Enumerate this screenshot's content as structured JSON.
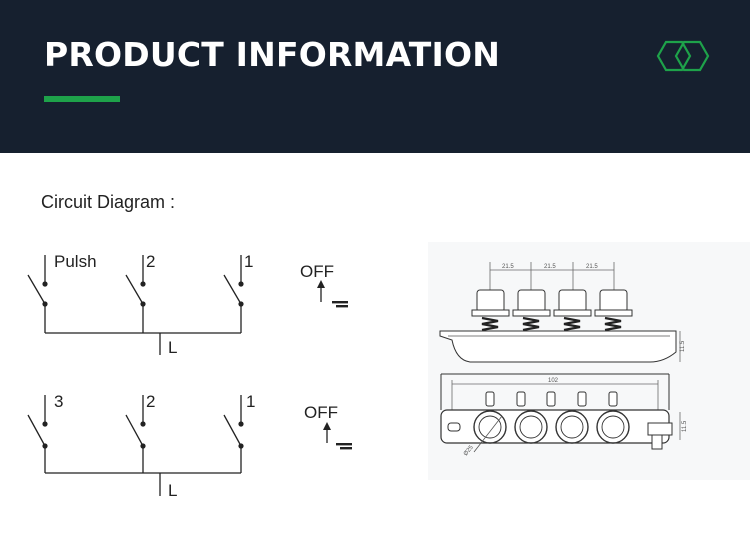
{
  "header": {
    "title": "PRODUCT INFORMATION",
    "accent_color": "#1ea24a",
    "background_color": "#16202f",
    "logo_icon": "double-hexagon-icon"
  },
  "section": {
    "label": "Circuit Diagram :"
  },
  "circuit_top": {
    "switches": [
      "Pulsh",
      "2",
      "1"
    ],
    "common_label": "L",
    "state_label": "OFF"
  },
  "circuit_bottom": {
    "switches": [
      "3",
      "2",
      "1"
    ],
    "common_label": "L",
    "state_label": "OFF"
  },
  "drawing": {
    "dim_top": [
      "21.5",
      "21.5",
      "21.5"
    ],
    "dim_overall": "102",
    "dim_side": "11.5",
    "dim_right": "11.5",
    "dim_diameter": "Ø25"
  }
}
